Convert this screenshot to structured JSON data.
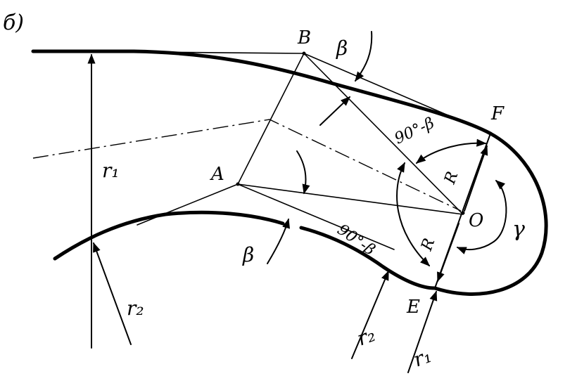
{
  "labels": {
    "panel": "б)",
    "B": "B",
    "A": "A",
    "F": "F",
    "E": "E",
    "O": "O",
    "beta_top": "β",
    "beta_bottom": "β",
    "angle_top": "90°-β",
    "angle_bottom": "90°-β",
    "R_top": "R",
    "R_bottom": "R",
    "gamma": "γ",
    "r1_left": "r₁",
    "r2_left": "r₂",
    "r2_bottom": "r₂",
    "r1_bottom": "r₁"
  }
}
